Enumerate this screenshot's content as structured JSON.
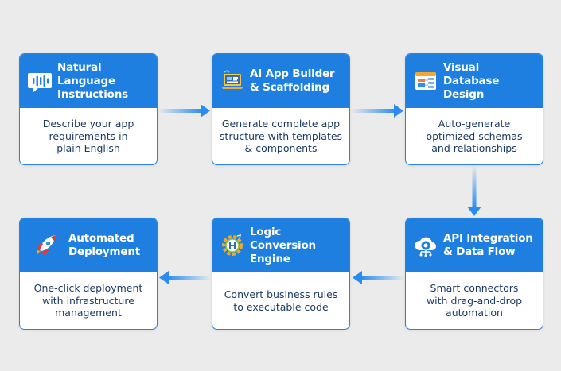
{
  "steps": [
    {
      "title": "Natural Language\nInstructions",
      "description": "Describe your app\nrequirements in\nplain English",
      "icon": "voice-waveform-icon"
    },
    {
      "title": "AI App Builder\n& Scaffolding",
      "description": "Generate complete app\nstructure with templates\n& components",
      "icon": "laptop-builder-icon"
    },
    {
      "title": "Visual Database\nDesign",
      "description": "Auto-generate\noptimized schemas\nand relationships",
      "icon": "database-schema-icon"
    },
    {
      "title": "API Integration\n& Data Flow",
      "description": "Smart connectors\nwith drag-and-drop\nautomation",
      "icon": "cloud-gear-icon"
    },
    {
      "title": "Logic Conversion\nEngine",
      "description": "Convert business rules\nto executable code",
      "icon": "logic-gear-icon"
    },
    {
      "title": "Automated\nDeployment",
      "description": "One-click deployment\nwith infrastructure\nmanagement",
      "icon": "rocket-icon"
    }
  ],
  "colors": {
    "accent": "#1f7fe0",
    "arrow": "#2a8cf0",
    "text": "#1a3a66",
    "background": "#ebebeb"
  }
}
